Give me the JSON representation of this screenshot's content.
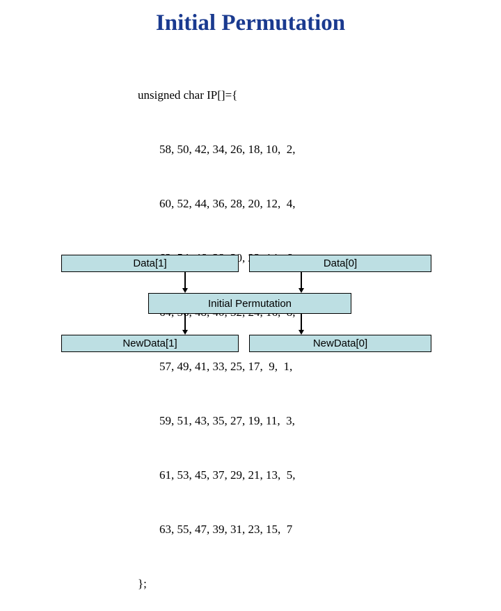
{
  "slide": {
    "title": "Initial Permutation",
    "title_color": "#1a3a8f",
    "background_color": "#ffffff"
  },
  "code": {
    "declaration": "unsigned char IP[]={",
    "closing": "};",
    "rows": [
      "58, 50, 42, 34, 26, 18, 10,  2,",
      "60, 52, 44, 36, 28, 20, 12,  4,",
      "62, 54, 46, 38, 30, 22, 14,  6,",
      "64, 56, 48, 40, 32, 24, 16,  8,",
      "57, 49, 41, 33, 25, 17,  9,  1,",
      "59, 51, 43, 35, 27, 19, 11,  3,",
      "61, 53, 45, 37, 29, 21, 13,  5,",
      "63, 55, 47, 39, 31, 23, 15,  7"
    ]
  },
  "diagram": {
    "box_fill_color": "#bddfe3",
    "box_border_color": "#000000",
    "arrow_color": "#000000",
    "boxes": {
      "input_left": "Data[1]",
      "input_right": "Data[0]",
      "process": "Initial Permutation",
      "output_left": "NewData[1]",
      "output_right": "NewData[0]"
    }
  }
}
